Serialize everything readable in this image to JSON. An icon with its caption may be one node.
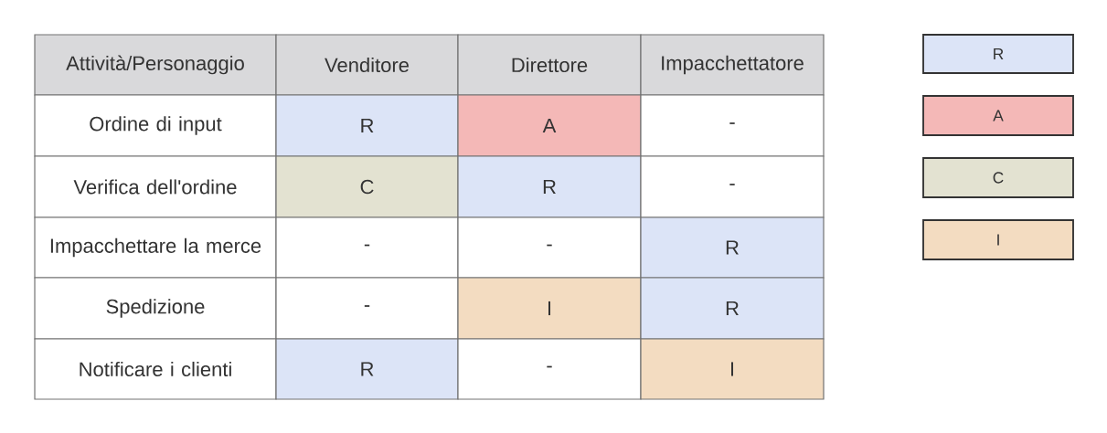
{
  "diagram": {
    "labels": [
      "Attività/Personaggio",
      "Venditore",
      "Direttore",
      "Impacchettatore",
      "Ordine di input",
      "R",
      "A",
      "-",
      "Verifica dell'ordine",
      "C",
      "R",
      "-",
      "Impacchettare la merce",
      "-",
      "-",
      "R",
      "Spedizione",
      "-",
      "I",
      "R",
      "Notificare i clienti",
      "R",
      "-",
      "I"
    ],
    "legend": [
      {
        "text": "R",
        "color": "#dce4f7"
      },
      {
        "text": "A",
        "color": "#f4b8b7"
      },
      {
        "text": "C",
        "color": "#e3e2d1"
      },
      {
        "text": "I",
        "color": "#f3dcc1"
      }
    ]
  }
}
